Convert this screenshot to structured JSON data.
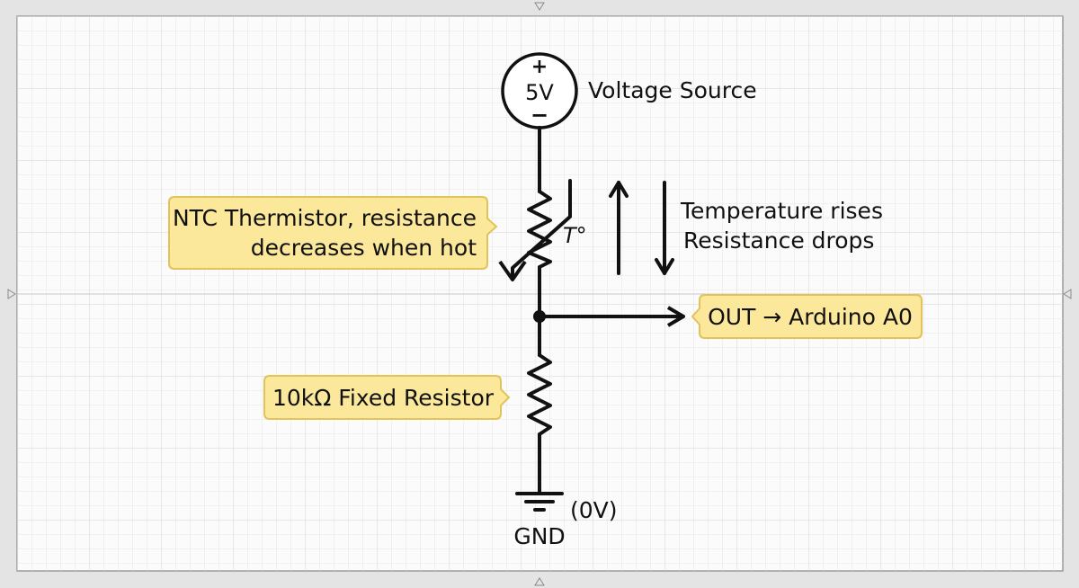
{
  "source": {
    "plus": "+",
    "value": "5V",
    "minus": "−",
    "label": "Voltage Source"
  },
  "thermistor": {
    "callout_line1": "NTC Thermistor, resistance",
    "callout_line2": "decreases when hot",
    "symbol_label": "T°"
  },
  "trend": {
    "line1": "Temperature rises",
    "line2": "Resistance drops"
  },
  "output": {
    "label": "OUT → Arduino A0"
  },
  "resistor": {
    "callout": "10kΩ Fixed Resistor"
  },
  "ground": {
    "voltage": "(0V)",
    "label": "GND"
  },
  "colors": {
    "canvas": "#fbfbfb",
    "frame_outer": "#e4e4e4",
    "grid_minor": "#e6e6e6",
    "grid_major": "#d3d3d3",
    "callout_fill": "#fbe89b",
    "callout_stroke": "#e2c35a",
    "wire": "#111111"
  }
}
